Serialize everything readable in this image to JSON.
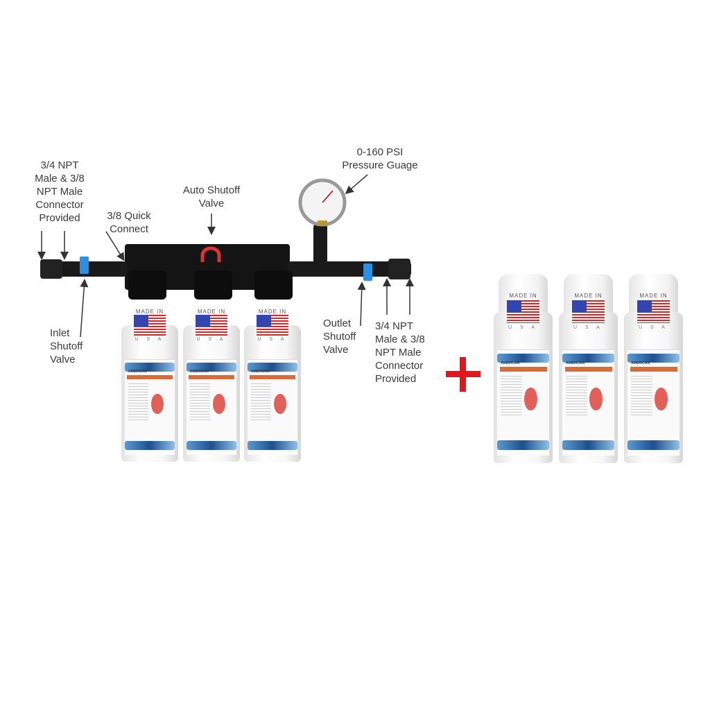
{
  "labels": {
    "inlet_connector": "3/4 NPT\nMale & 3/8\nNPT Male\nConnector\nProvided",
    "quick_connect": "3/8 Quick\nConnect",
    "auto_shutoff": "Auto Shutoff\nValve",
    "pressure_gauge": "0-160 PSI\nPressure Guage",
    "inlet_shutoff": "Inlet\nShutoff\nValve",
    "outlet_shutoff": "Outlet\nShutoff\nValve",
    "outlet_connector": "3/4 NPT\nMale & 3/8\nNPT Male\nConnector\nProvided"
  },
  "cartridge": {
    "made_in": "MADE IN",
    "usa": "U S A",
    "brand": "AMERICAN"
  },
  "colors": {
    "plus": "#e8141b",
    "valve_handle": "#2e8fe0",
    "manifold": "#111111"
  }
}
